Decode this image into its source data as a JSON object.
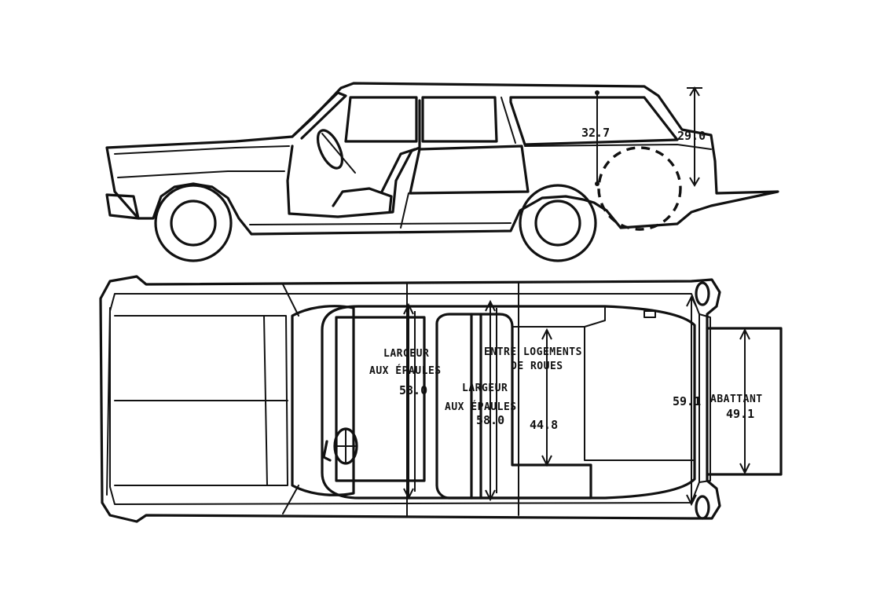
{
  "side_view": {
    "dim_roof_height": "32.7",
    "dim_tailgate_height": "29.0"
  },
  "top_view": {
    "front_shoulder_label_line1": "LARGEUR",
    "front_shoulder_label_line2": "AUX ÉPAULES",
    "front_shoulder_value": "58.0",
    "wheel_arch_label_line1": "ENTRE LOGEMENTS",
    "wheel_arch_label_line2": "DE ROUES",
    "wheel_arch_value": "44.8",
    "rear_shoulder_label_line1": "LARGEUR",
    "rear_shoulder_label_line2": "AUX ÉPAULES",
    "rear_shoulder_value": "58.0",
    "tailgate_opening_value": "59.1",
    "tailgate_label": "ABATTANT",
    "tailgate_value": "49.1"
  }
}
